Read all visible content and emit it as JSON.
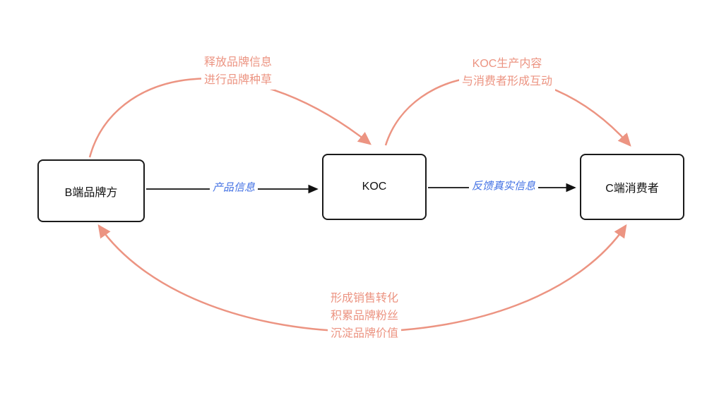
{
  "diagram": {
    "nodes": {
      "brand": {
        "label": "B端品牌方"
      },
      "koc": {
        "label": "KOC"
      },
      "consumer": {
        "label": "C端消费者"
      }
    },
    "edges": {
      "product_info": {
        "label": "产品信息"
      },
      "feedback": {
        "label": "反馈真实信息"
      },
      "top_left": {
        "line1": "释放品牌信息",
        "line2": "进行品牌种草"
      },
      "top_right": {
        "line1": "KOC生产内容",
        "line2": "与消费者形成互动"
      },
      "bottom": {
        "line1": "形成销售转化",
        "line2": "积累品牌粉丝",
        "line3": "沉淀品牌价值"
      }
    },
    "colors": {
      "accent_orange": "#EC9482",
      "label_blue": "#4472E4",
      "node_border": "#1A1A1A",
      "node_fill": "#FFFFFF"
    }
  }
}
